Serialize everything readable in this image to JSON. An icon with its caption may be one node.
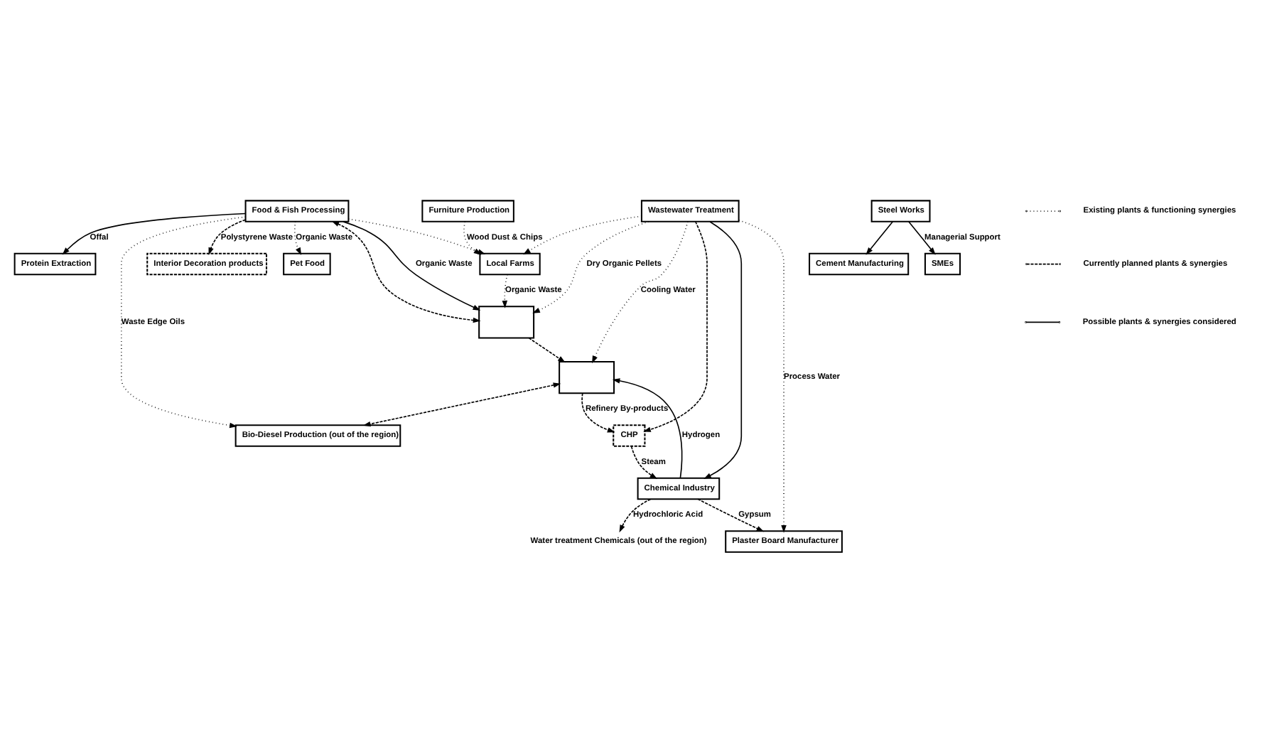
{
  "diagram": {
    "nodes": [
      {
        "text": [],
        "shape": "box"
      },
      {
        "text": [
          "Bio-Diesel Production (out of the region)"
        ]
      },
      {
        "text": [
          "Plaster Board Manufacturer"
        ]
      },
      {
        "text": [
          "Chemical Industry"
        ]
      },
      {
        "text": [
          "CHP"
        ]
      },
      {
        "text": [
          "Water treatment Chemicals (out of the region)"
        ]
      },
      {
        "text": [
          "Protein Extraction"
        ]
      },
      {
        "text": [
          "Food & Fish Processing"
        ]
      },
      {
        "text": [],
        "shape": "box"
      },
      {
        "text": [
          "Wastewater Treatment"
        ]
      },
      {
        "text": [
          "Interior Decoration products"
        ]
      },
      {
        "text": [
          "Local Farms"
        ]
      },
      {
        "text": [
          "Pet Food"
        ]
      },
      {
        "text": [
          "Cement Manufacturing"
        ]
      },
      {
        "text": [
          "Steel Works"
        ]
      },
      {
        "text": [
          "SMEs"
        ]
      },
      {
        "text": [
          "Furniture Production"
        ]
      }
    ],
    "edges": [
      {
        "from": 0,
        "to": 1,
        "arrow": "both",
        "style": "dashed"
      },
      {
        "from": 7,
        "to": 1,
        "arrow": "to",
        "label": "Waste Edge Oils",
        "style": "dashed"
      },
      {
        "from": 0,
        "to": 4,
        "arrow": "to",
        "label": "Refinery By-products",
        "style": "dashed"
      },
      {
        "from": 3,
        "to": 0,
        "arrow": "to",
        "label": "Hydrogen"
      },
      {
        "from": 3,
        "to": 5,
        "arrow": "to",
        "label": "Hydrochloric Acid",
        "style": "dashed"
      },
      {
        "from": 4,
        "to": 3,
        "arrow": "to",
        "label": "Steam",
        "style": "dashed"
      },
      {
        "from": 3,
        "to": 2,
        "arrow": "to",
        "label": "Gypsum",
        "style": "dashed"
      },
      {
        "from": 9,
        "to": 0,
        "arrow": "to",
        "label": "Cooling Water",
        "style": "dashed"
      },
      {
        "from": 9,
        "to": 4,
        "arrow": "to",
        "style": "dashed"
      },
      {
        "from": 9,
        "to": 2,
        "arrow": "to",
        "label": "Process Water",
        "style": "dashed"
      },
      {
        "from": 9,
        "to": 3,
        "arrow": "to"
      },
      {
        "from": 7,
        "to": 8,
        "arrow": "both",
        "style": "dashed"
      },
      {
        "from": 8,
        "to": 0,
        "arrow": "to",
        "style": "dashed"
      },
      {
        "from": 7,
        "to": 6,
        "arrow": "to",
        "label": "Offal"
      },
      {
        "from": 7,
        "to": 8,
        "arrow": "to",
        "label": "Organic Waste"
      },
      {
        "from": 7,
        "to": 10,
        "arrow": "to",
        "label": "Polystyrene Waste",
        "style": "dashed"
      },
      {
        "from": 7,
        "to": 12,
        "arrow": "to",
        "label": "Organic Waste",
        "style": "dashed"
      },
      {
        "from": 7,
        "to": 11,
        "arrow": "to",
        "style": "dashed"
      },
      {
        "from": 9,
        "to": 8,
        "arrow": "to",
        "label": "Dry Organic Pellets",
        "style": "dashed"
      },
      {
        "from": 9,
        "to": 11,
        "arrow": "to",
        "style": "dashed"
      },
      {
        "from": 11,
        "to": 8,
        "arrow": "to",
        "label": "Organic Waste",
        "style": "dashed"
      },
      {
        "from": 16,
        "to": 11,
        "arrow": "to",
        "label": "Wood Dust & Chips",
        "style": "dashed"
      },
      {
        "from": 14,
        "to": 13,
        "arrow": "to"
      },
      {
        "from": 14,
        "to": 15,
        "arrow": "to",
        "label": "Managerial Support"
      }
    ],
    "legend": [
      {
        "text": "Existing plants & functioning synergies"
      },
      {
        "text": "Currently planned plants & synergies"
      },
      {
        "text": "Possible plants & synergies considered"
      }
    ]
  }
}
